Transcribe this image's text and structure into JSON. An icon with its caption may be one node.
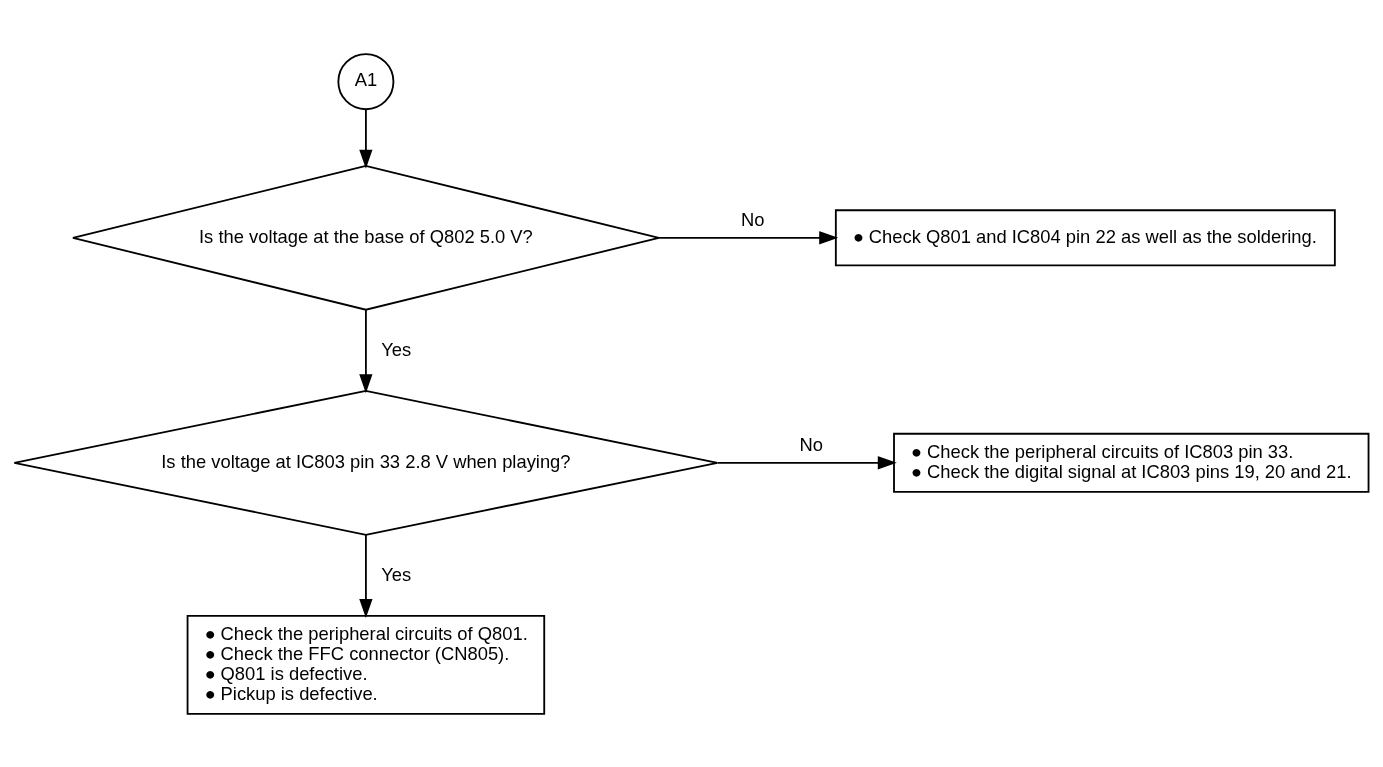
{
  "diagram": {
    "nodes": [
      {
        "text": [
          "A1"
        ]
      },
      {
        "text": [
          "Is the voltage at the base of Q802 5.0 V?"
        ]
      },
      {
        "text": [
          "● Check Q801 and IC804 pin 22 as well as the soldering."
        ]
      },
      {
        "text": [
          "Is the voltage at IC803 pin 33 2.8 V when playing?"
        ]
      },
      {
        "text": [
          "● Check the peripheral circuits of IC803 pin 33.",
          "● Check the digital signal at IC803 pins 19, 20 and 21."
        ]
      },
      {
        "text": [
          "● Check the peripheral circuits of Q801.",
          "● Check the FFC connector (CN805).",
          "● Q801 is defective.",
          "● Pickup is defective."
        ]
      }
    ],
    "edges": [
      {
        "from": 0,
        "to": 1,
        "arrow": "to"
      },
      {
        "from": 1,
        "to": 2,
        "arrow": "to",
        "label": "No"
      },
      {
        "from": 1,
        "to": 3,
        "arrow": "to",
        "label": "Yes"
      },
      {
        "from": 3,
        "to": 4,
        "arrow": "to",
        "label": "No"
      },
      {
        "from": 3,
        "to": 5,
        "arrow": "to",
        "label": "Yes"
      }
    ]
  }
}
